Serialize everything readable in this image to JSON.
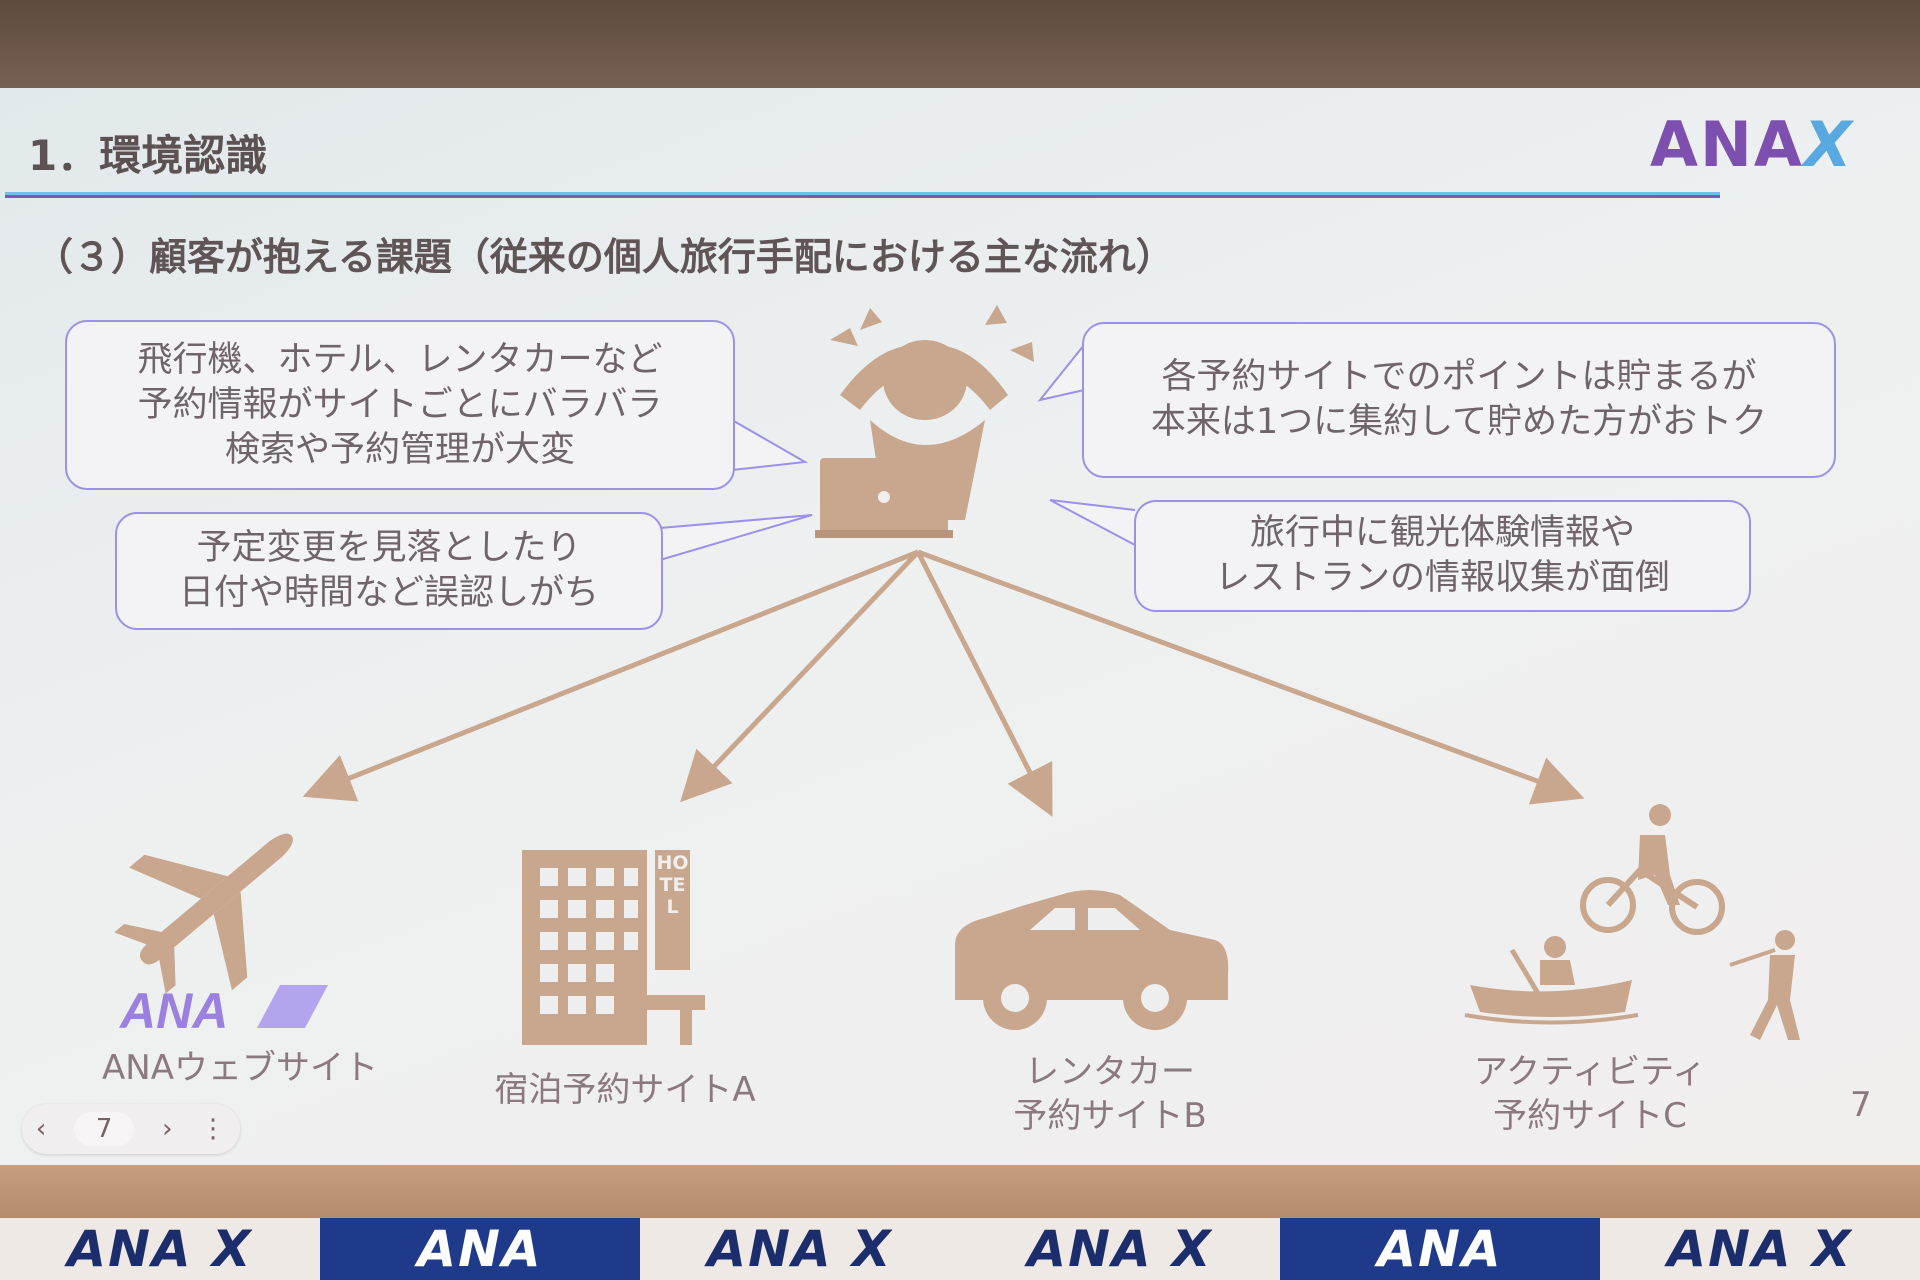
{
  "slide": {
    "title": "1．環境認識",
    "logo": {
      "text": "ANA",
      "mark": "X"
    },
    "subtitle": "（３）顧客が抱える課題（従来の個人旅行手配における主な流れ）",
    "bubbles": [
      {
        "lines": [
          "飛行機、ホテル、レンタカーなど",
          "予約情報がサイトごとにバラバラ",
          "検索や予約管理が大変"
        ]
      },
      {
        "lines": [
          "予定変更を見落としたり",
          "日付や時間など誤認しがち"
        ]
      },
      {
        "lines": [
          "各予約サイトでのポイントは貯まるが",
          "本来は1つに集約して貯めた方がおトク"
        ]
      },
      {
        "lines": [
          "旅行中に観光体験情報や",
          "レストランの情報収集が面倒"
        ]
      }
    ],
    "targets": [
      {
        "icon": "airplane-icon",
        "brand": "ANA",
        "lines": [
          "ANAウェブサイト"
        ]
      },
      {
        "icon": "hotel-icon",
        "sign": "HOTEL",
        "lines": [
          "宿泊予約サイトA"
        ]
      },
      {
        "icon": "car-icon",
        "lines": [
          "レンタカー",
          "予約サイトB"
        ]
      },
      {
        "icon": "activities-icon",
        "lines": [
          "アクティビティ",
          "予約サイトC"
        ]
      }
    ],
    "page_number": "7"
  },
  "nav": {
    "prev": "‹",
    "page": "7",
    "next": "›",
    "more": "⋮"
  },
  "banners": [
    "ANA X",
    "ANA",
    "ANA X",
    "ANA X",
    "ANA",
    "ANA X"
  ],
  "colors": {
    "icon": "#c8a78e",
    "bubble_border": "#9b90ea",
    "text": "#6e6469",
    "logo": "#7d50b0"
  }
}
